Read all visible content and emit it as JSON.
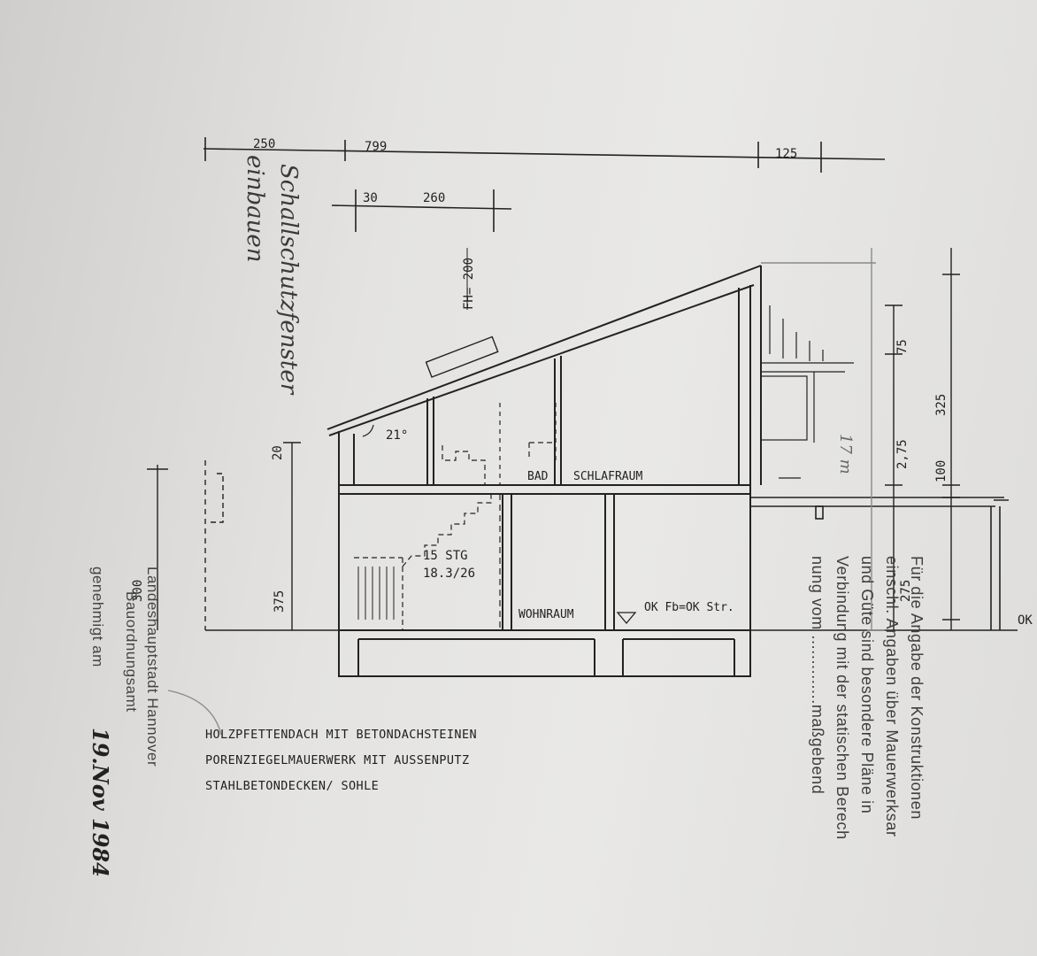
{
  "dimensions": {
    "top_250": "250",
    "top_799": "799",
    "top_125": "125",
    "second_30": "30",
    "second_260": "260",
    "fh": "FH= 200",
    "wall_20": "20",
    "height_375": "375",
    "right_75": "75",
    "right_275a": "2,75",
    "right_325": "325",
    "right_100": "100",
    "right_275b": "275",
    "ok": "OK",
    "stamp_300": "300",
    "roof_angle": "21°",
    "stairs_count": "15 STG",
    "stairs_ratio": "18.3/26",
    "ok_level": "OK Fb=OK Str."
  },
  "rooms": {
    "bad": "BAD",
    "schlafraum": "SCHLAFRAUM",
    "wohnraum": "WOHNRAUM"
  },
  "materials": [
    "HOLZPFETTENDACH MIT BETONDACHSTEINEN",
    "PORENZIEGELMAUERWERK MIT AUSSENPUTZ",
    "STAHLBETONDECKEN/ SOHLE"
  ],
  "stamp_note": [
    "Für die Angabe der Konstruktionen",
    "einschl. Angaben über Mauerwerksar",
    "und Güte sind besondere Pläne in",
    "Verbindung mit der statischen Berech",
    "nung vom ..............maßgebend"
  ],
  "approval": {
    "city": "Landeshauptstadt Hannover",
    "office": "Bauordnungsamt",
    "approved_on": "genehmigt am",
    "date": "19.Nov 1984"
  },
  "handwritten": {
    "note_1": "Schallschutzfenster",
    "note_2": "einbauen",
    "note_3": "17 m"
  },
  "colors": {
    "ink": "#222222",
    "stamp_ink": "#444444",
    "pencil": "#8a8a8a",
    "paper": "#e6e5e3"
  }
}
